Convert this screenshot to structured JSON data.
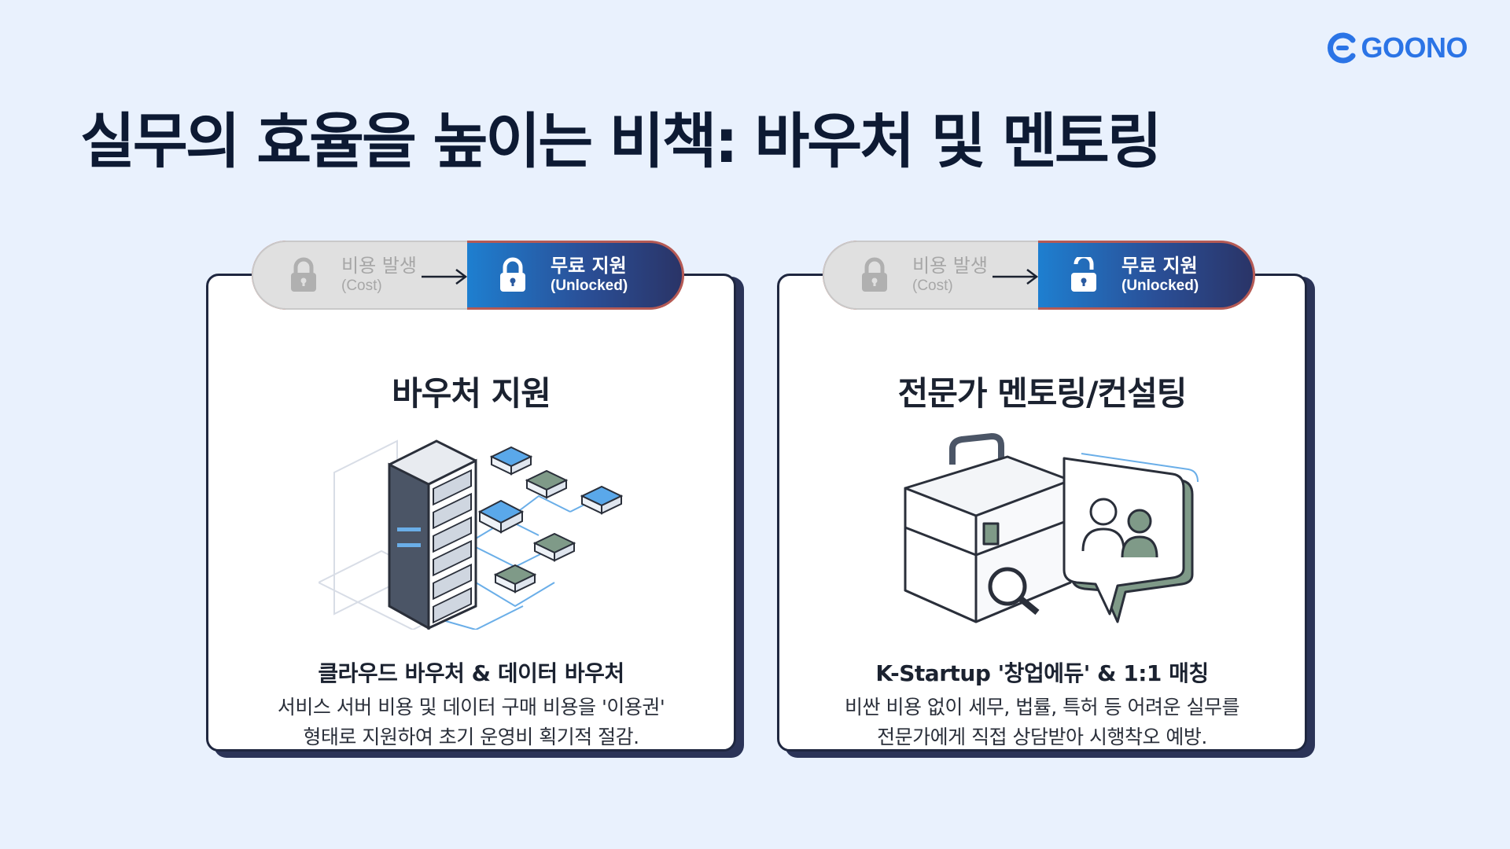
{
  "brand": {
    "logo_text": "GOONO",
    "logo_icon": "goono-mark-icon",
    "color": "#2b74e6"
  },
  "title": "실무의 효율을 높이는 비책: 바우처 및 멘토링",
  "colors": {
    "background": "#e9f1fd",
    "pill_gradient_start": "#1e7fd0",
    "pill_gradient_end": "#2a3467",
    "card_shadow": "#2b3458"
  },
  "cards": [
    {
      "pill": {
        "cost_label": "비용 발생",
        "cost_sub": "(Cost)",
        "free_label": "무료 지원",
        "free_sub": "(Unlocked)",
        "cost_icon": "lock-closed-icon",
        "free_icon": "lock-closed-icon"
      },
      "title": "바우처 지원",
      "illustration": "server-rack-network-icon",
      "subtitle": "클라우드 바우처 & 데이터 바우처",
      "desc_line1": "서비스 서버 비용 및 데이터 구매 비용을 '이용권'",
      "desc_line2": "형태로 지원하여 초기 운영비 획기적 절감."
    },
    {
      "pill": {
        "cost_label": "비용 발생",
        "cost_sub": "(Cost)",
        "free_label": "무료 지원",
        "free_sub": "(Unlocked)",
        "cost_icon": "lock-closed-icon",
        "free_icon": "lock-open-icon"
      },
      "title": "전문가 멘토링/컨설팅",
      "illustration": "briefcase-consulting-icon",
      "subtitle": "K-Startup '창업에듀' & 1:1 매칭",
      "desc_line1": "비싼 비용 없이 세무, 법률, 특허 등 어려운 실무를",
      "desc_line2": "전문가에게 직접 상담받아 시행착오 예방."
    }
  ]
}
